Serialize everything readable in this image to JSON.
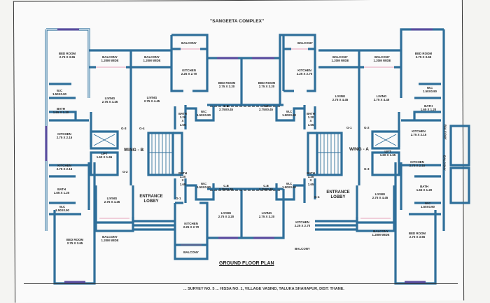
{
  "title": "\"SANGEETA COMPLEX\"",
  "plan_caption": "GROUND FLOOR PLAN",
  "footer_text": "... SURVEY NO. 5 ... HISSA NO. 1, VILLAGE VASIND, TALUKA SHAHAPUR, DIST: THANE.",
  "wings": {
    "a": "WING - A",
    "b": "WING - B"
  },
  "entrance_lobby": {
    "line1": "ENTRANCE",
    "line2": "LOBBY"
  },
  "gates": {
    "g1": "G-1",
    "g2": "G-2",
    "g3": "G-3",
    "g4": "G-4"
  },
  "rooms": {
    "bedroom_365": {
      "name": "BED ROOM",
      "size": "2.75 X 3.65"
    },
    "bedroom_320": {
      "name": "BED ROOM",
      "size": "2.75 X 3.20"
    },
    "balcony_wide": {
      "name": "BALCONY",
      "size": "1.20M WIDE"
    },
    "balcony": {
      "name": "BALCONY"
    },
    "kitchen_225": {
      "name": "KITCHEN",
      "size": "2.25 X 2.70"
    },
    "kitchen_275": {
      "name": "KITCHEN",
      "size": "2.75 X 2.15"
    },
    "living_445": {
      "name": "LIVING",
      "size": "2.75 X 4.45"
    },
    "living_320": {
      "name": "LIVING",
      "size": "2.75 X 3.20"
    },
    "wc": {
      "name": "W.C",
      "size": "1.50X0.90"
    },
    "bath_small": {
      "name": "BATH",
      "size": "1.65 X 1.20"
    },
    "bath_tall": {
      "name": "BATH",
      "l1": "1.20",
      "l2": "X",
      "l3": "1.65"
    },
    "lift": {
      "name": "LIFT",
      "size": "1.60 X 1.65"
    },
    "cb": {
      "name": "C.B",
      "size": "2.75X0.45"
    }
  },
  "colors": {
    "wall": "#2f6f9a",
    "wall_fill": "#cfe3ef",
    "window": "#5a4a9e",
    "door": "#d24a7a",
    "line": "#222222"
  }
}
